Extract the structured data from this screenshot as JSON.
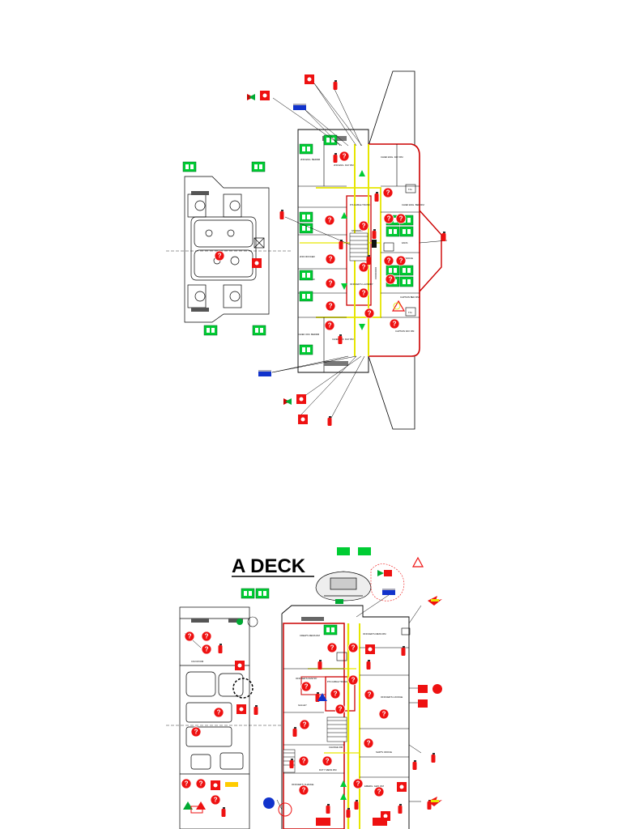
{
  "upper_plan": {
    "rooms": [
      {
        "id": "r1",
        "label": "2ND ENG. BEDRM"
      },
      {
        "id": "r2",
        "label": "2ND ENG. DAY RM"
      },
      {
        "id": "r3",
        "label": "CHIEF ENG. DAY RM"
      },
      {
        "id": "r4",
        "label": "CHIEF ENG. BED RM"
      },
      {
        "id": "r5",
        "label": "P/S CABLE TRUNK"
      },
      {
        "id": "r6",
        "label": "STAIRWAY"
      },
      {
        "id": "r7",
        "label": "OFFICER'S LAUNDRY"
      },
      {
        "id": "r8",
        "label": "FANS"
      },
      {
        "id": "r9",
        "label": "SHIP'S OFFICE"
      },
      {
        "id": "r10",
        "label": "CAPTAIN BED RM"
      },
      {
        "id": "r11",
        "label": "CAPTAIN DAY RM"
      },
      {
        "id": "r12",
        "label": "CHIEF OFF. BEDRM"
      },
      {
        "id": "r13",
        "label": "CHIEF OFF. DAY RM"
      },
      {
        "id": "r14",
        "label": "2ND OFFICER"
      },
      {
        "id": "r15",
        "label": "3RD OFFICER"
      }
    ],
    "small_labels": {
      "tg": "T/G",
      "corridor": "CORRIDOR"
    }
  },
  "lower_plan": {
    "title": "A DECK",
    "rooms": [
      {
        "id": "a1",
        "label": "CREW'S MESS RM"
      },
      {
        "id": "a2",
        "label": "OFFICER'S MESS RM"
      },
      {
        "id": "a3",
        "label": "OFFICER'S PANTRY"
      },
      {
        "id": "a4",
        "label": "P/S CABLE TRUNK"
      },
      {
        "id": "a5",
        "label": "GALLEY"
      },
      {
        "id": "a6",
        "label": "CHANGE RM"
      },
      {
        "id": "a7",
        "label": "SHIP'S OFFICE"
      },
      {
        "id": "a8",
        "label": "DUTY MESS RM"
      },
      {
        "id": "a9",
        "label": "OFFICER'S CHANGE"
      },
      {
        "id": "a10",
        "label": "OFFICER'S LOUNGE"
      },
      {
        "id": "a11",
        "label": "EMERG. GEN. RM"
      },
      {
        "id": "a12",
        "label": "CO2 ROOM"
      }
    ]
  },
  "colors": {
    "wall": "#000000",
    "fire_zone": "#cc0000",
    "escape_route": "#e6e600",
    "green_sign": "#00cc33",
    "red_sign": "#ee1111",
    "blue_sign": "#1133cc"
  }
}
